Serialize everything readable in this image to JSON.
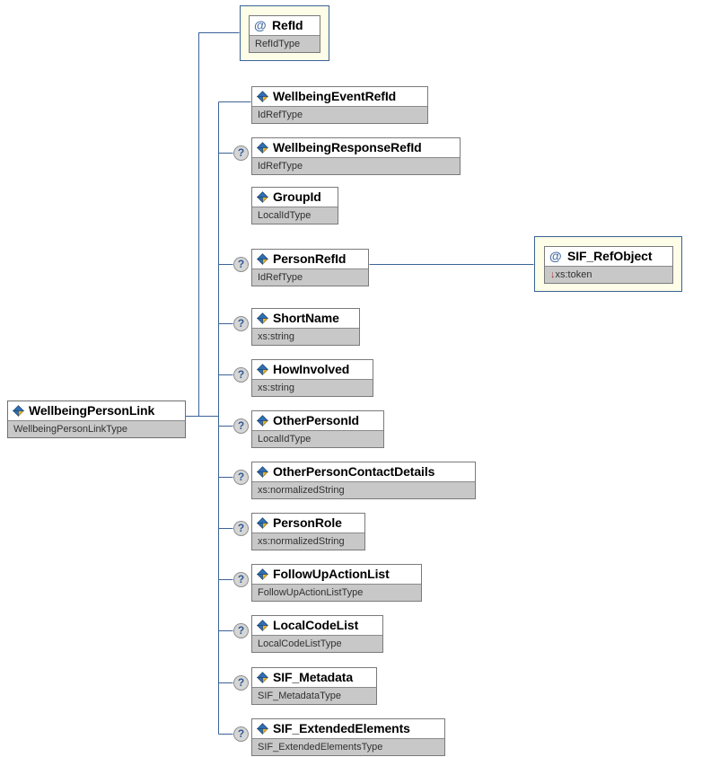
{
  "diagram": {
    "title": "WellbeingPersonLink XML schema element diagram",
    "colors": {
      "wire": "#3b6396",
      "attribute_frame_fill": "#fdfde8",
      "attribute_frame_border": "#3b6396",
      "type_bar_fill": "#c8c8c8",
      "box_border": "#7a7a7a",
      "optional_marker_fill": "#d6d6d6",
      "optional_marker_glyph": "#2f5b96",
      "background": "#ffffff"
    },
    "icons": {
      "element": "element-icon",
      "attribute": "at-icon",
      "optional": "question-mark-icon",
      "derivation": "down-arrow-icon"
    },
    "root": {
      "name": "WellbeingPersonLink",
      "type": "WellbeingPersonLinkType",
      "kind": "element",
      "optional": false
    },
    "attributes": [
      {
        "name": "RefId",
        "type": "RefIdType",
        "kind": "attribute",
        "optional": false
      }
    ],
    "children": [
      {
        "name": "WellbeingEventRefId",
        "type": "IdRefType",
        "kind": "element",
        "optional": false
      },
      {
        "name": "WellbeingResponseRefId",
        "type": "IdRefType",
        "kind": "element",
        "optional": true
      },
      {
        "name": "GroupId",
        "type": "LocalIdType",
        "kind": "element",
        "optional": false
      },
      {
        "name": "PersonRefId",
        "type": "IdRefType",
        "kind": "element",
        "optional": true
      },
      {
        "name": "ShortName",
        "type": "xs:string",
        "kind": "element",
        "optional": true
      },
      {
        "name": "HowInvolved",
        "type": "xs:string",
        "kind": "element",
        "optional": true
      },
      {
        "name": "OtherPersonId",
        "type": "LocalIdType",
        "kind": "element",
        "optional": true
      },
      {
        "name": "OtherPersonContactDetails",
        "type": "xs:normalizedString",
        "kind": "element",
        "optional": true
      },
      {
        "name": "PersonRole",
        "type": "xs:normalizedString",
        "kind": "element",
        "optional": true
      },
      {
        "name": "FollowUpActionList",
        "type": "FollowUpActionListType",
        "kind": "element",
        "optional": true
      },
      {
        "name": "LocalCodeList",
        "type": "LocalCodeListType",
        "kind": "element",
        "optional": true
      },
      {
        "name": "SIF_Metadata",
        "type": "SIF_MetadataType",
        "kind": "element",
        "optional": true
      },
      {
        "name": "SIF_ExtendedElements",
        "type": "SIF_ExtendedElementsType",
        "kind": "element",
        "optional": true
      }
    ],
    "sub_attributes": [
      {
        "name": "SIF_RefObject",
        "type": "xs:token",
        "type_prefix": "↓",
        "kind": "attribute",
        "optional": false,
        "parent": "PersonRefId"
      }
    ]
  }
}
